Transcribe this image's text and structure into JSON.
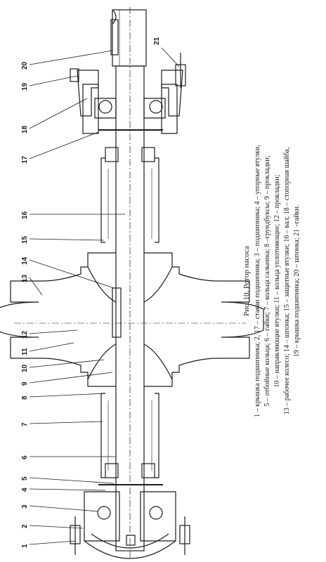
{
  "figure": {
    "title": "Рис. 10. Ротор насоса",
    "legend_lines": [
      "1 – крышка подшипника; 2, 17 – стакан подшипника; 3 – подшипника; 4 – упорные втулки,",
      "5 – отбойные кольца; 6 – гайки; 7 – кольца сальника; 8 –грундбуксы; 9 – прокладки;",
      "10 – направляющие втулки; 11 – кольца уплотняющие; 12 – прокладки;",
      "13 – рабочее колесо; 14 – шпонка; 15 – защитные втулки; 16 – вал; 18 – стопорная шайба,",
      "19 – крышка подшипника; 20 – шпонка; 21 –гайки."
    ]
  },
  "callouts": [
    "1",
    "2",
    "3",
    "4",
    "5",
    "6",
    "7",
    "8",
    "9",
    "10",
    "11",
    "12",
    "13",
    "14",
    "15",
    "16",
    "17",
    "18",
    "19",
    "20",
    "21"
  ]
}
